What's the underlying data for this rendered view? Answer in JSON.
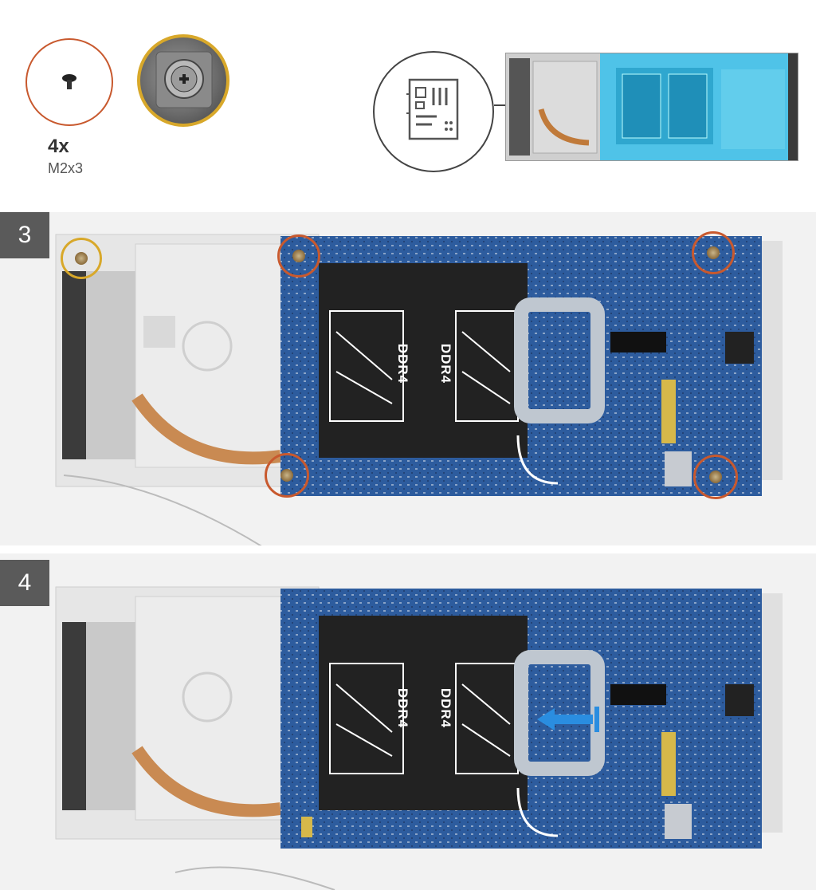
{
  "header": {
    "screw_quantity": "4x",
    "screw_size": "M2x3"
  },
  "steps": [
    {
      "number": "3",
      "ddr_left": "DDR4",
      "ddr_right": "DDR4"
    },
    {
      "number": "4",
      "ddr_left": "DDR4",
      "ddr_right": "DDR4"
    }
  ],
  "colors": {
    "screw_highlight": "#c8592e",
    "gold_highlight": "#d8a82a",
    "board_blue": "#2d5c9e",
    "arrow_blue": "#2a8de0",
    "step_badge": "#5a5a5a"
  },
  "icons": [
    "screw-icon",
    "motherboard-icon",
    "slide-arrow-icon"
  ]
}
